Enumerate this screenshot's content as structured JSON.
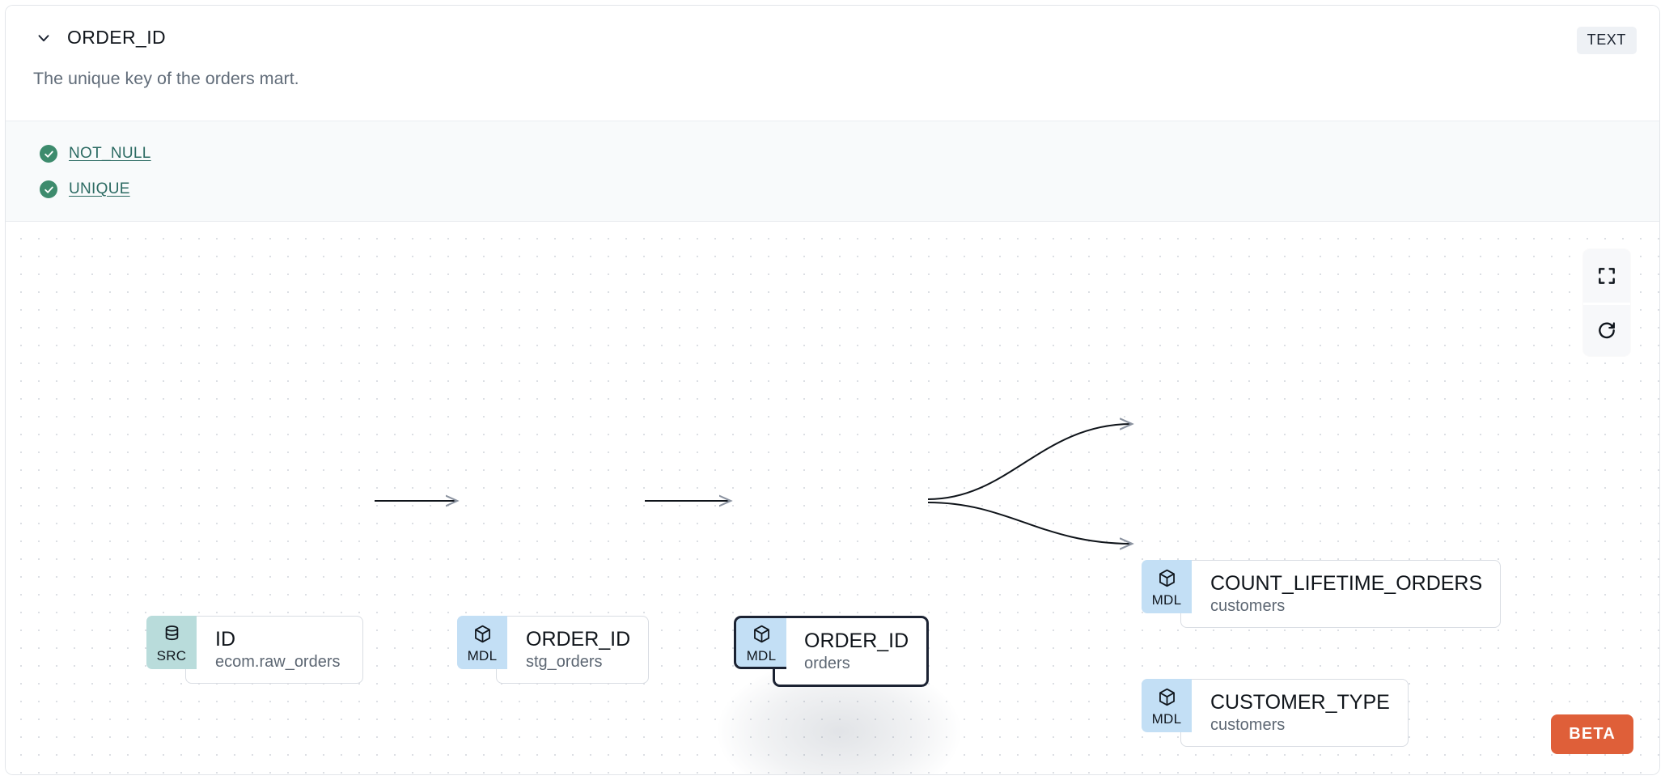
{
  "header": {
    "chevron_icon": "chevron-down-icon",
    "column_name": "ORDER_ID",
    "description": "The unique key of the orders mart.",
    "data_type_badge": "TEXT"
  },
  "tests": {
    "items": [
      {
        "status_icon": "check-circle-icon",
        "label": "NOT_NULL"
      },
      {
        "status_icon": "check-circle-icon",
        "label": "UNIQUE"
      }
    ]
  },
  "lineage": {
    "nodes": [
      {
        "id": "src-id",
        "badge": "SRC",
        "badge_icon": "database-icon",
        "name": "ID",
        "subtitle": "ecom.raw_orders",
        "selected": false
      },
      {
        "id": "mdl-stg-orders",
        "badge": "MDL",
        "badge_icon": "cube-icon",
        "name": "ORDER_ID",
        "subtitle": "stg_orders",
        "selected": false
      },
      {
        "id": "mdl-orders",
        "badge": "MDL",
        "badge_icon": "cube-icon",
        "name": "ORDER_ID",
        "subtitle": "orders",
        "selected": true
      },
      {
        "id": "mdl-count-lifetime-orders",
        "badge": "MDL",
        "badge_icon": "cube-icon",
        "name": "COUNT_LIFETIME_ORDERS",
        "subtitle": "customers",
        "selected": false
      },
      {
        "id": "mdl-customer-type",
        "badge": "MDL",
        "badge_icon": "cube-icon",
        "name": "CUSTOMER_TYPE",
        "subtitle": "customers",
        "selected": false
      }
    ],
    "controls": [
      {
        "id": "fit-view",
        "icon": "fullscreen-icon"
      },
      {
        "id": "refresh",
        "icon": "refresh-icon"
      }
    ],
    "beta_label": "BETA",
    "colors": {
      "badge_src": "#b9dcdb",
      "badge_mdl": "#c3dff5",
      "selected_border": "#1b2232",
      "edge": "#0f141a",
      "beta": "#df5f39",
      "test_pass": "#3d8b6d",
      "test_link": "#2b6a62"
    }
  }
}
